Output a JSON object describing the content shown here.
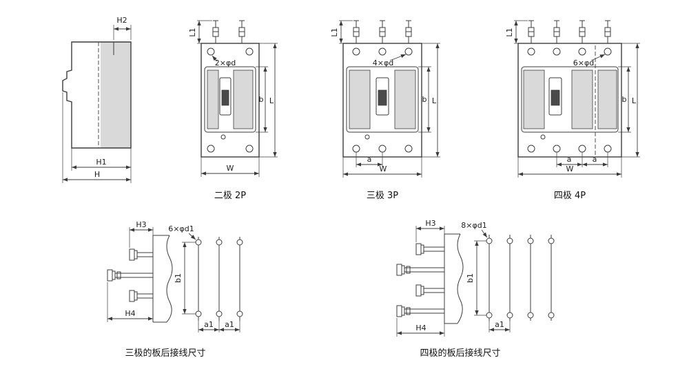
{
  "colors": {
    "line": "#3b3b3b",
    "panel": "#d9d9d9",
    "handle": "#4a4a4a",
    "background": "#ffffff"
  },
  "figures": {
    "side": {
      "h2": "H2",
      "h1": "H1",
      "h": "H"
    },
    "p2": {
      "caption": "二极 2P",
      "l1": "L1",
      "holes": "2×φd",
      "b": "b",
      "l": "L",
      "w": "W"
    },
    "p3": {
      "caption": "三极 3P",
      "l1": "L1",
      "holes": "4×φd",
      "b": "b",
      "l": "L",
      "a": "a",
      "w": "W"
    },
    "p4": {
      "caption": "四极 4P",
      "l1": "L1",
      "holes": "6×φd",
      "b": "b",
      "l": "L",
      "a1": "a",
      "a2": "a",
      "w": "W"
    },
    "rear3": {
      "caption": "三极的板后接线尺寸",
      "h3": "H3",
      "h4": "H4",
      "holes": "6×φd1",
      "b1": "b1",
      "a1": "a1",
      "a2": "a1"
    },
    "rear4": {
      "caption": "四极的板后接线尺寸",
      "h3": "H3",
      "h4": "H4",
      "holes": "8×φd1",
      "b1": "b1",
      "a1": "a1"
    }
  }
}
